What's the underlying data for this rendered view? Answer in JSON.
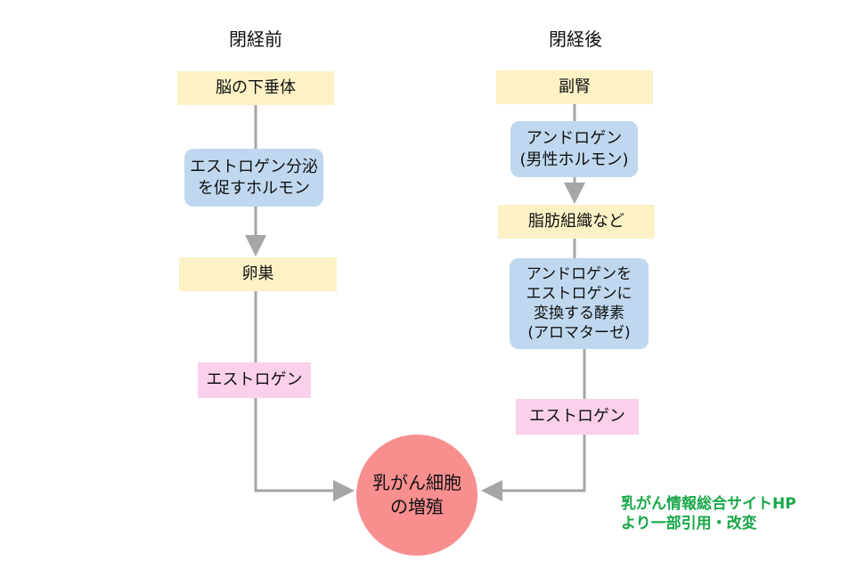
{
  "left": {
    "heading": "閉経前",
    "nodes": [
      "脳の下垂体",
      "エストロゲン分泌\nを促すホルモン",
      "卵巣",
      "エストロゲン"
    ]
  },
  "right": {
    "heading": "閉経後",
    "nodes": [
      "副腎",
      "アンドロゲン\n(男性ホルモン)",
      "脂肪組織など",
      "アンドロゲンを\nエストロゲンに\n変換する酵素\n(アロマターゼ)",
      "エストロゲン"
    ]
  },
  "target": "乳がん細胞\nの増殖",
  "source_note": "乳がん情報総合サイトHP\nより一部引用・改変",
  "colors": {
    "yellow": "#fdf2c6",
    "blue": "#c0d8ef",
    "pink": "#fbd0ea",
    "circle": "#f88e8e",
    "arrow": "#a6a6a6",
    "note": "#1aa84a"
  }
}
